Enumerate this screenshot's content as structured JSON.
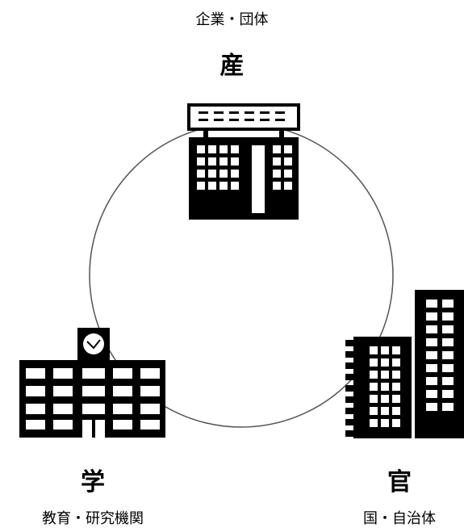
{
  "industry": {
    "caption": "企業・団体",
    "title": "産",
    "icon": "office-building-icon"
  },
  "academia": {
    "title": "学",
    "caption": "教育・研究機関",
    "icon": "school-building-icon"
  },
  "government": {
    "title": "官",
    "caption": "国・自治体",
    "icon": "government-buildings-icon"
  },
  "colors": {
    "ink": "#000000",
    "circle": "#555555",
    "background": "#ffffff"
  }
}
